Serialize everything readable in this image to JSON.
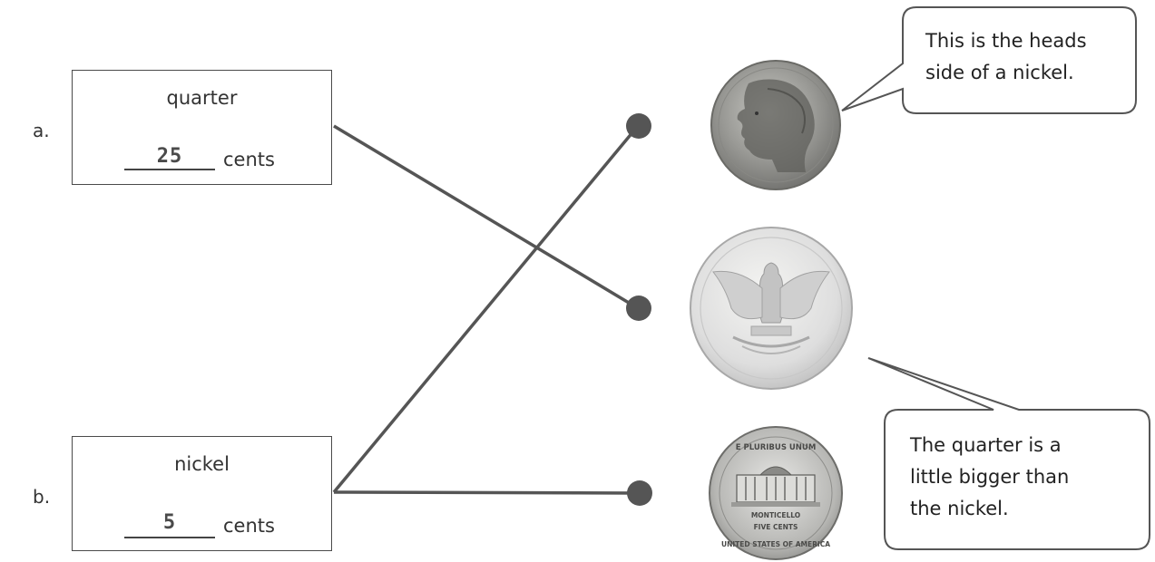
{
  "items": [
    {
      "letter": "a.",
      "coin_name": "quarter",
      "answer": "25",
      "unit": "cents"
    },
    {
      "letter": "b.",
      "coin_name": "nickel",
      "answer": "5",
      "unit": "cents"
    }
  ],
  "coins": [
    {
      "icon": "nickel-heads-icon"
    },
    {
      "icon": "quarter-tails-icon"
    },
    {
      "icon": "nickel-tails-icon"
    }
  ],
  "nickel_tails_text": {
    "top": "E PLURIBUS UNUM",
    "middle": "MONTICELLO",
    "cents": "FIVE CENTS",
    "bottom": "UNITED STATES OF AMERICA"
  },
  "callouts": {
    "nickel": {
      "line1": "This is the heads",
      "line2": "side of a nickel."
    },
    "quarter": {
      "line1": "The quarter is a",
      "line2": "little bigger than",
      "line3": "the nickel."
    }
  },
  "colors": {
    "line": "#555555",
    "dot": "#555555",
    "box_border": "#4a4a4a"
  }
}
